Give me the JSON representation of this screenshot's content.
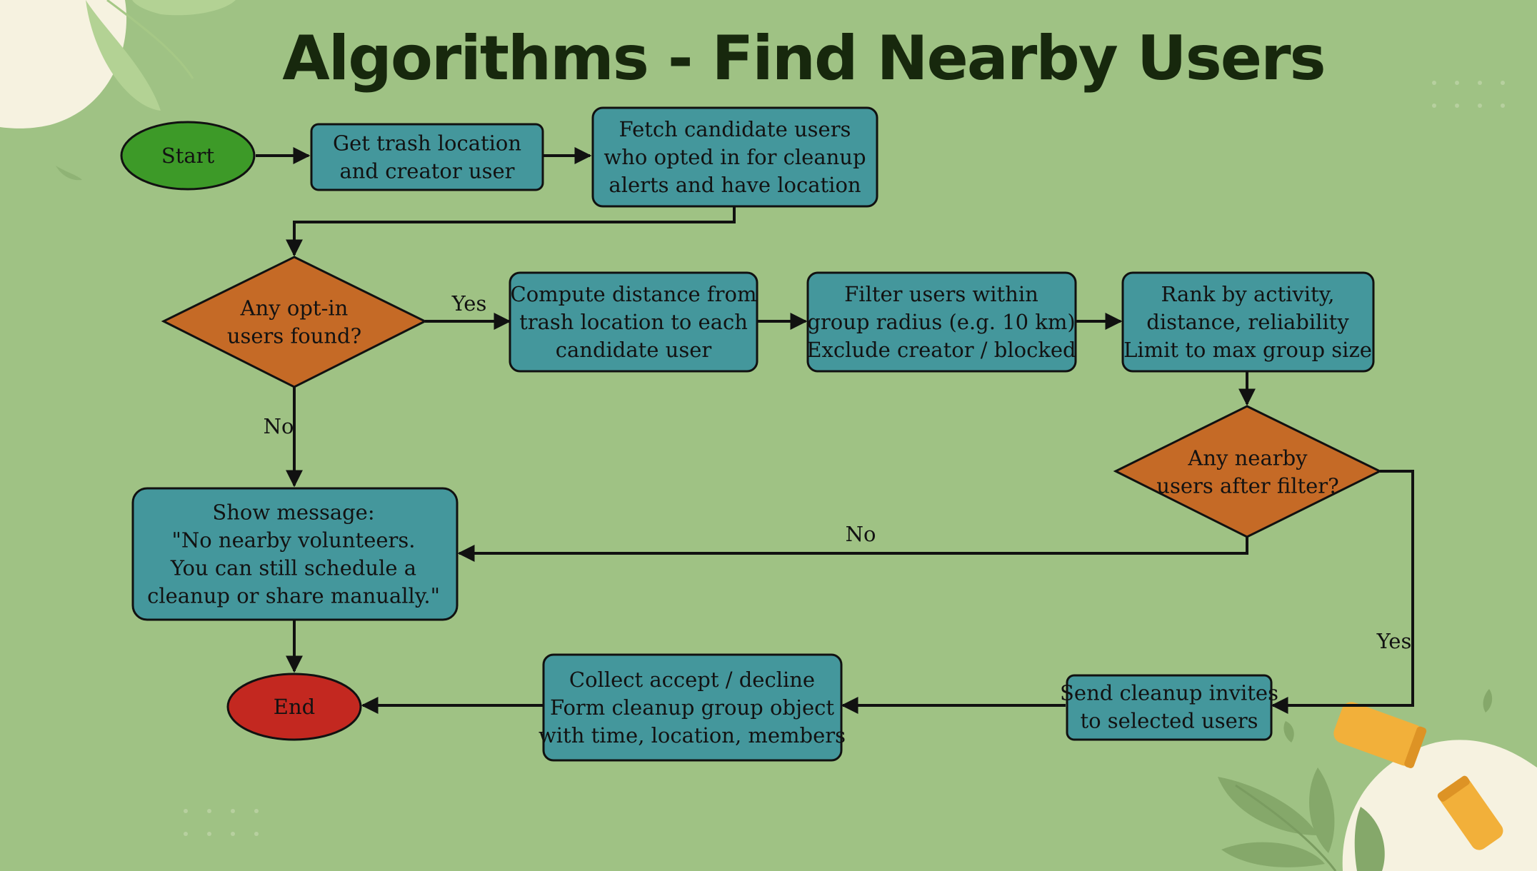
{
  "title": "Algorithms - Find Nearby Users",
  "colors": {
    "background": "#9fc284",
    "process": "#44979c",
    "decision": "#c56a26",
    "start": "#3d9a28",
    "end": "#c32820",
    "stroke": "#111111"
  },
  "nodes": {
    "start": {
      "lines": [
        "Start"
      ]
    },
    "get_trash": {
      "lines": [
        "Get trash location",
        "and creator user"
      ]
    },
    "fetch": {
      "lines": [
        "Fetch candidate users",
        "who opted in for cleanup",
        "alerts and have location"
      ]
    },
    "any_optin": {
      "lines": [
        "Any opt-in",
        "users found?"
      ]
    },
    "compute": {
      "lines": [
        "Compute distance from",
        "trash location to each",
        "candidate user"
      ]
    },
    "filter": {
      "lines": [
        "Filter users within",
        "group radius (e.g. 10 km)",
        "Exclude creator / blocked"
      ]
    },
    "rank": {
      "lines": [
        "Rank by activity,",
        "distance, reliability",
        "Limit to max group size"
      ]
    },
    "any_nearby": {
      "lines": [
        "Any nearby",
        "users after filter?"
      ]
    },
    "show_msg": {
      "lines": [
        "Show message:",
        "\"No nearby volunteers.",
        "You can still schedule a",
        "cleanup or share manually.\""
      ]
    },
    "end": {
      "lines": [
        "End"
      ]
    },
    "collect": {
      "lines": [
        "Collect accept / decline",
        "Form cleanup group object",
        "with time, location, members"
      ]
    },
    "send": {
      "lines": [
        "Send cleanup invites",
        "to selected users"
      ]
    }
  },
  "edge_labels": {
    "optin_yes": "Yes",
    "optin_no": "No",
    "nearby_no": "No",
    "nearby_yes": "Yes"
  }
}
